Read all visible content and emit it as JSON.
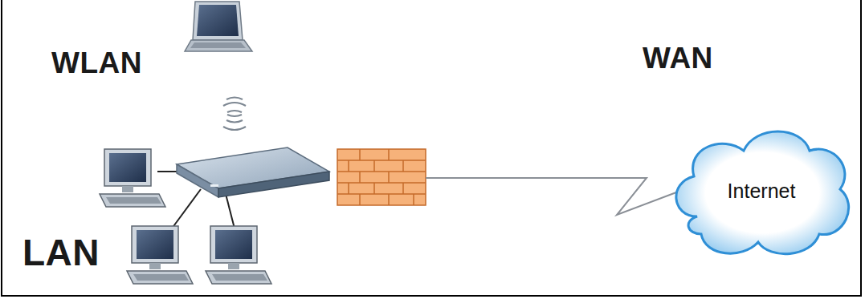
{
  "diagram": {
    "nodes": [
      {
        "text": [
          "Internet"
        ]
      }
    ],
    "labels": [
      "WLAN",
      "WAN",
      "LAN"
    ]
  }
}
